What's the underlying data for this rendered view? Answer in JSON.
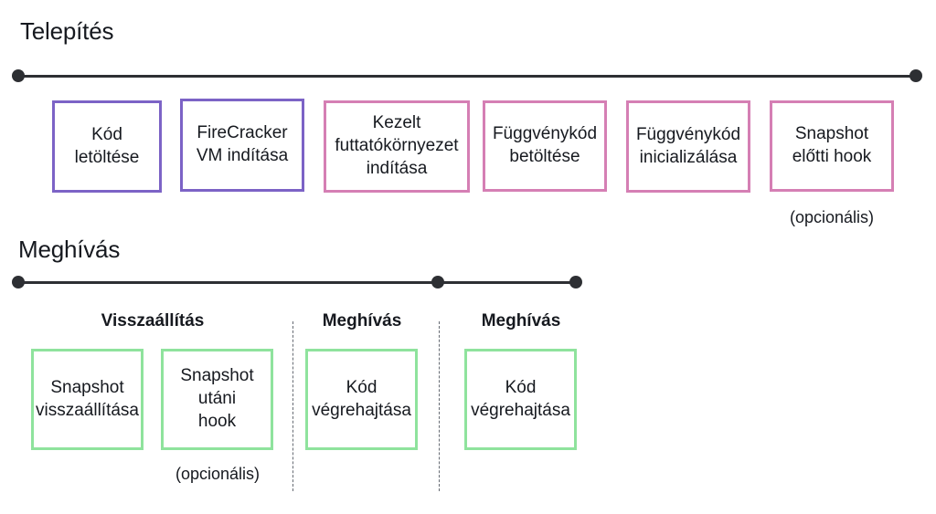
{
  "deploy": {
    "title": "Telepítés",
    "steps": [
      {
        "label": "Kód\nletöltése",
        "color": "#7c63c6"
      },
      {
        "label": "FireCracker\nVM indítása",
        "color": "#7c63c6"
      },
      {
        "label": "Kezelt\nfuttatókörnyezet\nindítása",
        "color": "#d57fb4"
      },
      {
        "label": "Függvénykód\nbetöltése",
        "color": "#d57fb4"
      },
      {
        "label": "Függvénykód\ninicializálása",
        "color": "#d57fb4"
      },
      {
        "label": "Snapshot\nelőtti hook",
        "color": "#d57fb4"
      }
    ],
    "optional_note": "(opcionális)"
  },
  "invoke": {
    "title": "Meghívás",
    "phases": [
      {
        "label": "Visszaállítás"
      },
      {
        "label": "Meghívás"
      },
      {
        "label": "Meghívás"
      }
    ],
    "steps": [
      {
        "label": "Snapshot\nvisszaállítása",
        "color": "#8fe39d"
      },
      {
        "label": "Snapshot\nutáni\nhook",
        "color": "#8fe39d"
      },
      {
        "label": "Kód\nvégrehajtása",
        "color": "#8fe39d"
      },
      {
        "label": "Kód\nvégrehajtása",
        "color": "#8fe39d"
      }
    ],
    "optional_note": "(opcionális)"
  }
}
